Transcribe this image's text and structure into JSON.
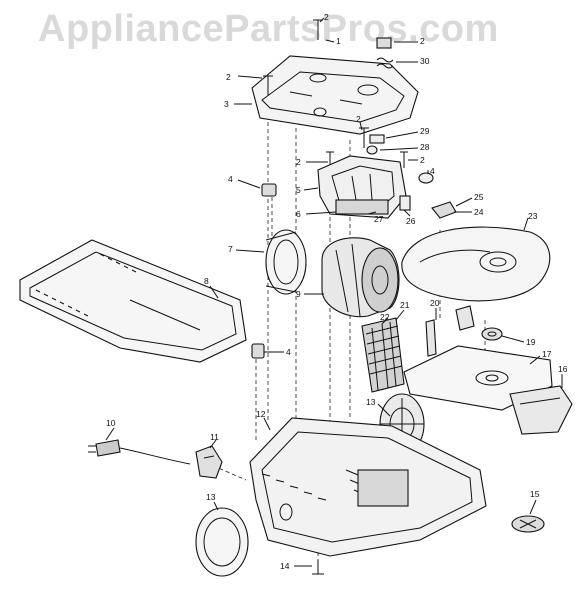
{
  "watermark": "AppliancePartsPros.com",
  "callouts": [
    {
      "id": "c2a",
      "label": "2"
    },
    {
      "id": "c1",
      "label": "1"
    },
    {
      "id": "c2b",
      "label": "2"
    },
    {
      "id": "c30",
      "label": "30"
    },
    {
      "id": "c2c",
      "label": "2"
    },
    {
      "id": "c3",
      "label": "3"
    },
    {
      "id": "c2d",
      "label": "2"
    },
    {
      "id": "c29",
      "label": "29"
    },
    {
      "id": "c28",
      "label": "28"
    },
    {
      "id": "c2e",
      "label": "2"
    },
    {
      "id": "c2f",
      "label": "2"
    },
    {
      "id": "c4a",
      "label": "4"
    },
    {
      "id": "c4b",
      "label": "4"
    },
    {
      "id": "c5",
      "label": "5"
    },
    {
      "id": "c6",
      "label": "6"
    },
    {
      "id": "c27",
      "label": "27"
    },
    {
      "id": "c26",
      "label": "26"
    },
    {
      "id": "c25",
      "label": "25"
    },
    {
      "id": "c24",
      "label": "24"
    },
    {
      "id": "c23",
      "label": "23"
    },
    {
      "id": "c7",
      "label": "7"
    },
    {
      "id": "c8",
      "label": "8"
    },
    {
      "id": "c9",
      "label": "9"
    },
    {
      "id": "c21",
      "label": "21"
    },
    {
      "id": "c20",
      "label": "20"
    },
    {
      "id": "c22",
      "label": "22"
    },
    {
      "id": "c19",
      "label": "19"
    },
    {
      "id": "c4c",
      "label": "4"
    },
    {
      "id": "c17",
      "label": "17"
    },
    {
      "id": "c16",
      "label": "16"
    },
    {
      "id": "c13a",
      "label": "13"
    },
    {
      "id": "c12",
      "label": "12"
    },
    {
      "id": "c10",
      "label": "10"
    },
    {
      "id": "c11",
      "label": "11"
    },
    {
      "id": "c13b",
      "label": "13"
    },
    {
      "id": "c15",
      "label": "15"
    },
    {
      "id": "c14",
      "label": "14"
    }
  ]
}
